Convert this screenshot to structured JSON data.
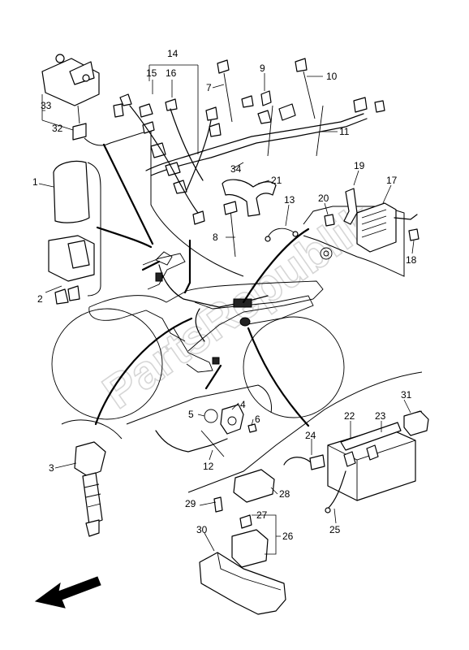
{
  "watermark": "PartsRepublik",
  "callouts": [
    {
      "id": "1",
      "label": "1"
    },
    {
      "id": "2",
      "label": "2"
    },
    {
      "id": "3",
      "label": "3"
    },
    {
      "id": "4",
      "label": "4"
    },
    {
      "id": "5",
      "label": "5"
    },
    {
      "id": "6",
      "label": "6"
    },
    {
      "id": "7",
      "label": "7"
    },
    {
      "id": "8",
      "label": "8"
    },
    {
      "id": "9",
      "label": "9"
    },
    {
      "id": "10",
      "label": "10"
    },
    {
      "id": "11",
      "label": "11"
    },
    {
      "id": "12",
      "label": "12"
    },
    {
      "id": "13",
      "label": "13"
    },
    {
      "id": "14",
      "label": "14"
    },
    {
      "id": "15",
      "label": "15"
    },
    {
      "id": "16",
      "label": "16"
    },
    {
      "id": "17",
      "label": "17"
    },
    {
      "id": "18",
      "label": "18"
    },
    {
      "id": "19",
      "label": "19"
    },
    {
      "id": "20",
      "label": "20"
    },
    {
      "id": "21",
      "label": "21"
    },
    {
      "id": "22",
      "label": "22"
    },
    {
      "id": "23",
      "label": "23"
    },
    {
      "id": "24",
      "label": "24"
    },
    {
      "id": "25",
      "label": "25"
    },
    {
      "id": "26",
      "label": "26"
    },
    {
      "id": "27",
      "label": "27"
    },
    {
      "id": "28",
      "label": "28"
    },
    {
      "id": "29",
      "label": "29"
    },
    {
      "id": "30",
      "label": "30"
    },
    {
      "id": "31",
      "label": "31"
    },
    {
      "id": "32",
      "label": "32"
    },
    {
      "id": "33",
      "label": "33"
    },
    {
      "id": "34",
      "label": "34"
    }
  ]
}
